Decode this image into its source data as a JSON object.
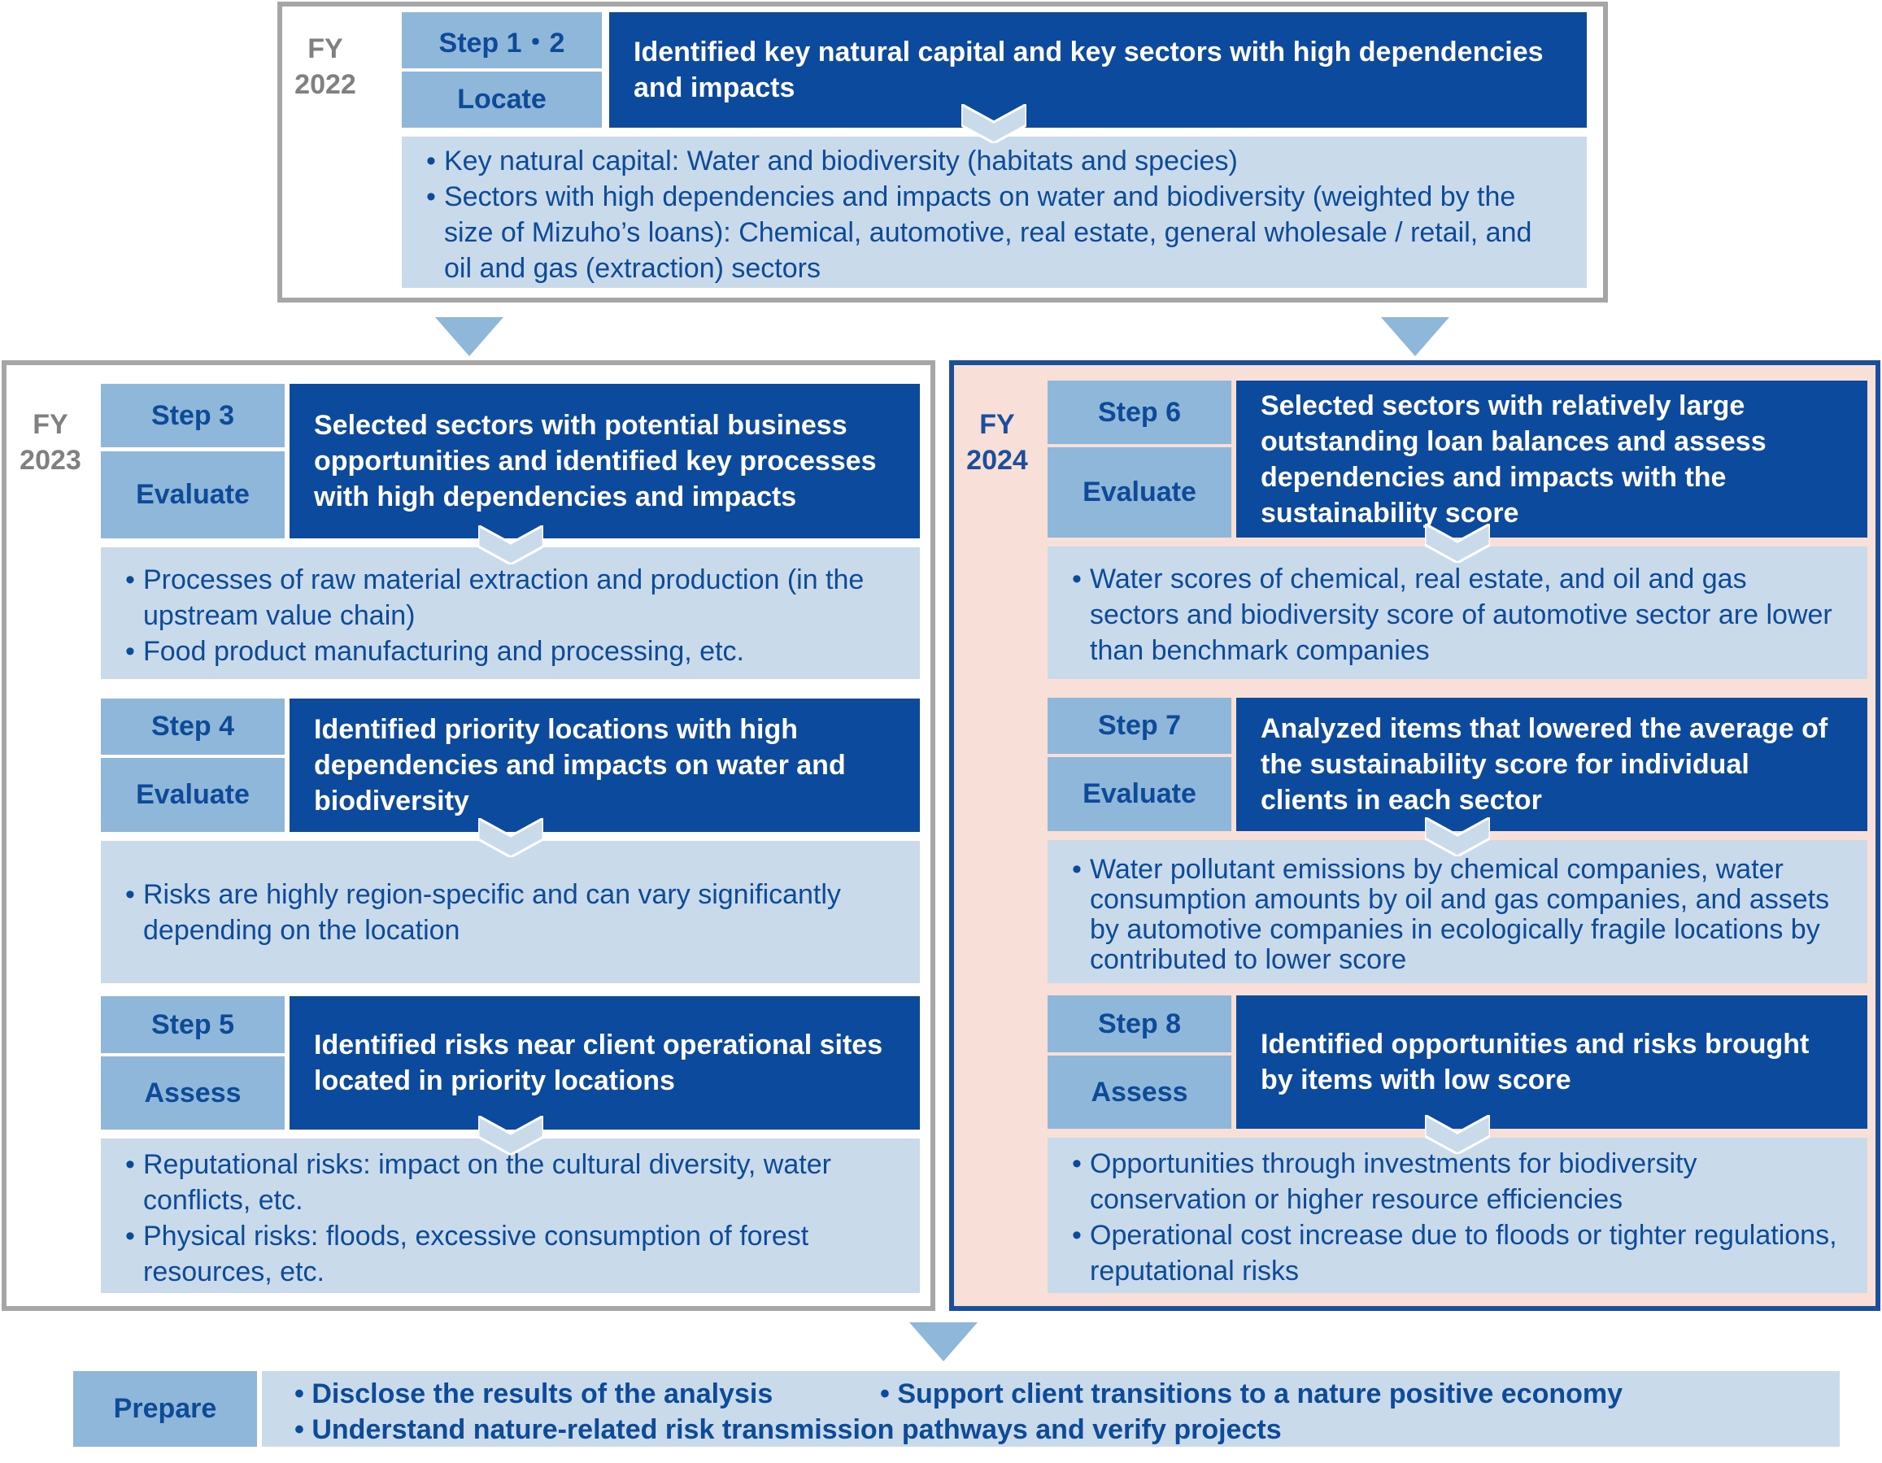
{
  "fy2022": {
    "year_top": "FY",
    "year_bottom": "2022",
    "step": "Step 1・2",
    "stage": "Locate",
    "title": "Identified key natural capital and key sectors with high dependencies and impacts",
    "details": [
      "Key natural capital: Water and biodiversity (habitats and species)",
      "Sectors with high dependencies and impacts on water and biodiversity (weighted by the size of Mizuho’s loans): Chemical, automotive, real estate, general wholesale / retail, and oil and gas (extraction) sectors"
    ]
  },
  "fy2023": {
    "year_top": "FY",
    "year_bottom": "2023",
    "steps": [
      {
        "step": "Step 3",
        "stage": "Evaluate",
        "title": "Selected sectors with potential business opportunities and identified key processes with high dependencies and impacts",
        "details": [
          "Processes of raw material extraction and production (in the upstream value chain)",
          "Food product manufacturing and processing, etc."
        ]
      },
      {
        "step": "Step 4",
        "stage": "Evaluate",
        "title": "Identified priority locations with high dependencies and impacts on water and biodiversity",
        "details": [
          "Risks are highly region-specific and can vary significantly depending on the location"
        ]
      },
      {
        "step": "Step 5",
        "stage": "Assess",
        "title": "Identified risks near client operational sites located in priority locations",
        "details": [
          "Reputational risks: impact on the cultural diversity, water conflicts, etc.",
          "Physical risks: floods, excessive consumption of forest resources, etc."
        ]
      }
    ]
  },
  "fy2024": {
    "year_top": "FY",
    "year_bottom": "2024",
    "steps": [
      {
        "step": "Step 6",
        "stage": "Evaluate",
        "title": "Selected sectors with relatively large outstanding loan balances and assess dependencies and impacts with the sustainability score",
        "details": [
          "Water scores of chemical, real estate, and oil and gas sectors and biodiversity score of automotive sector are lower than benchmark companies"
        ]
      },
      {
        "step": "Step 7",
        "stage": "Evaluate",
        "title": "Analyzed items that lowered the average of the sustainability score for individual clients in each sector",
        "details": [
          "Water pollutant emissions by chemical companies, water consumption amounts by oil and gas companies, and assets by automotive companies in ecologically fragile locations by contributed to lower score"
        ]
      },
      {
        "step": "Step 8",
        "stage": "Assess",
        "title": "Identified opportunities and risks brought by items with low score",
        "details": [
          "Opportunities through investments for biodiversity conservation or higher resource efficiencies",
          "Operational cost increase due to floods or tighter regulations, reputational risks"
        ]
      }
    ]
  },
  "prepare": {
    "label": "Prepare",
    "items": [
      "• Disclose the results of the analysis",
      "• Support client transitions to a nature positive economy",
      "• Understand nature-related risk transmission pathways and verify projects"
    ]
  },
  "colors": {
    "dark_blue": "#0b4a9c",
    "mid_blue": "#8fb7d9",
    "light_blue": "#c9dbeb",
    "gray_border": "#a6a6a6",
    "fy2024_background": "#f8dfd8"
  }
}
